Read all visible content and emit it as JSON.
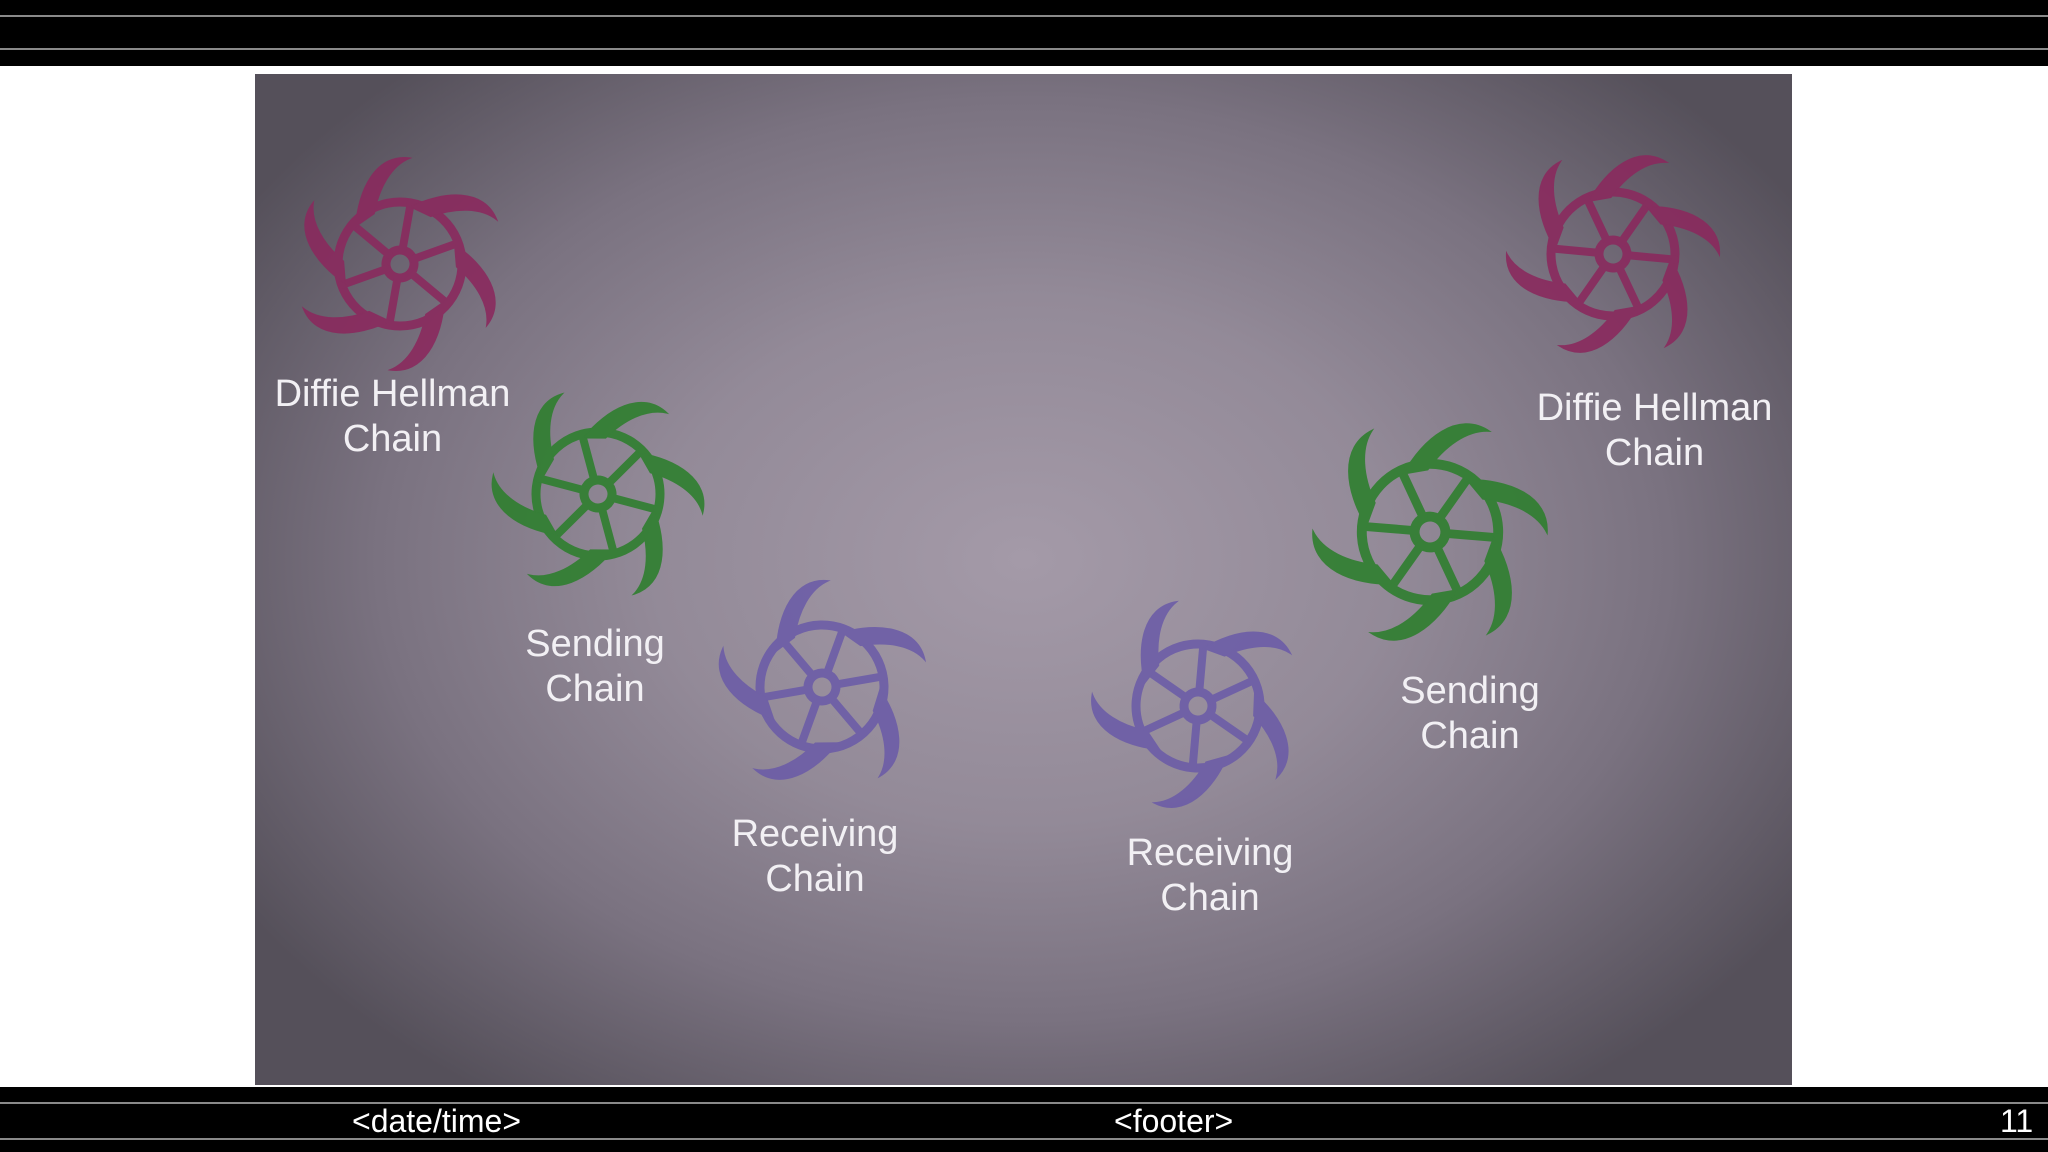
{
  "photo": {
    "labels": [
      {
        "text": "Diffie Hellman\nChain"
      },
      {
        "text": "Sending\nChain"
      },
      {
        "text": "Receiving\nChain"
      },
      {
        "text": "Receiving\nChain"
      },
      {
        "text": "Sending\nChain"
      },
      {
        "text": "Diffie Hellman\nChain"
      }
    ],
    "gear_colors": {
      "diffie_hellman": "#8a2a5e",
      "sending": "#2f7f2f",
      "receiving": "#6a5aa8"
    }
  },
  "footer": {
    "date_time": "<date/time>",
    "footer": "<footer>",
    "slide_number": "11"
  }
}
